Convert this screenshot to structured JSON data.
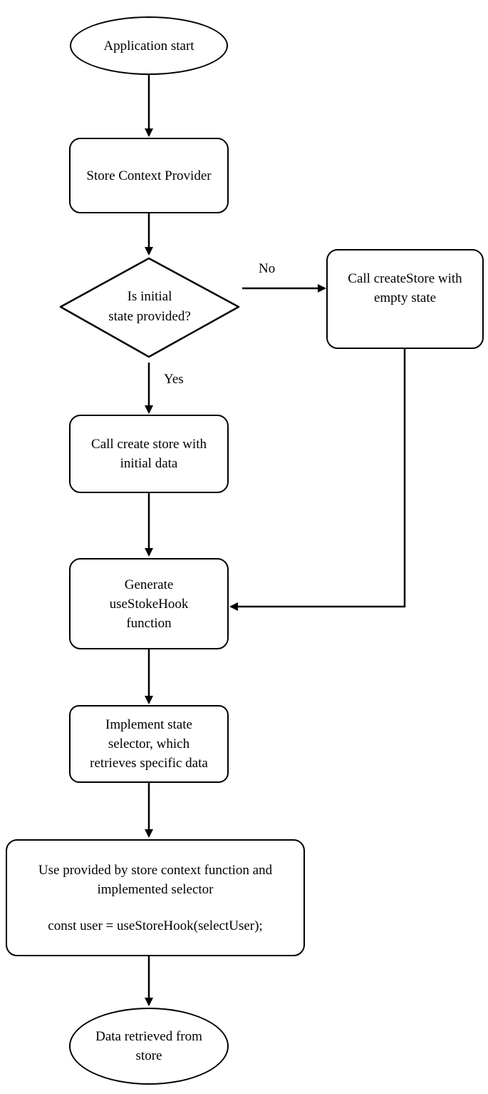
{
  "diagram": {
    "nodes": {
      "start": {
        "label": "Application start"
      },
      "provider": {
        "label": "Store Context Provider"
      },
      "decision": {
        "line1": "Is initial",
        "line2": "state provided?"
      },
      "create_empty": {
        "line1": "Call createStore with",
        "line2": "empty state"
      },
      "create_initial": {
        "line1": "Call create store with",
        "line2": "initial data"
      },
      "generate_hook": {
        "line1": "Generate",
        "line2": "useStokeHook",
        "line3": "function"
      },
      "selector": {
        "line1": "Implement state",
        "line2": "selector, which",
        "line3": "retrieves specific data"
      },
      "usage": {
        "line1": "Use provided by store context function and",
        "line2": "implemented selector",
        "code": "const user = useStoreHook(selectUser);"
      },
      "end": {
        "line1": "Data retrieved from",
        "line2": "store"
      }
    },
    "edge_labels": {
      "no": "No",
      "yes": "Yes"
    },
    "colors": {
      "stroke": "#000000",
      "background": "#ffffff",
      "text": "#000000"
    }
  }
}
